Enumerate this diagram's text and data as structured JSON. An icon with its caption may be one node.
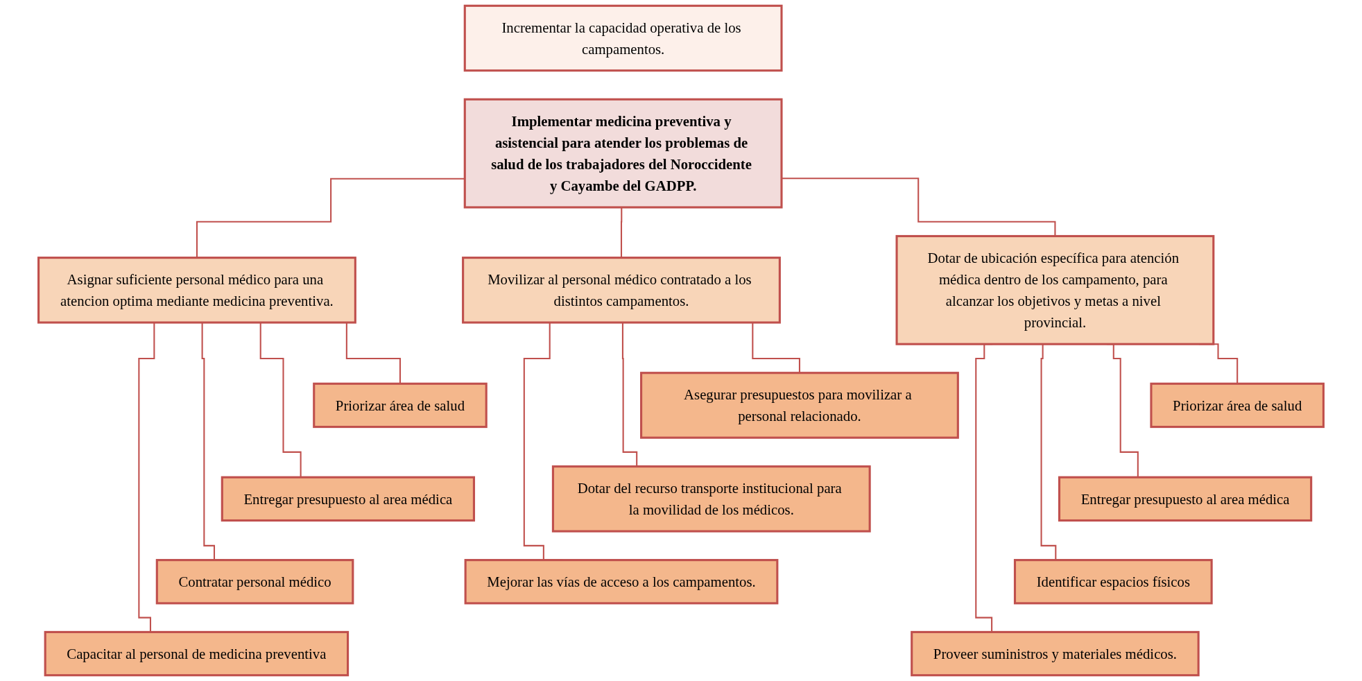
{
  "diagram": {
    "nodes": [
      {
        "text": [
          "Incrementar la capacidad operativa de los campamentos."
        ]
      },
      {
        "text": [
          "Implementar medicina preventiva y asistencial para atender los problemas de salud de los trabajadores del Noroccidente y Cayambe del GADPP."
        ]
      },
      {
        "text": [
          "Asignar suficiente personal médico para una atencion optima mediante medicina preventiva."
        ]
      },
      {
        "text": [
          "Dotar de ubicación específica para atención médica dentro de los campamento, para alcanzar los objetivos y metas a nivel provincial."
        ]
      },
      {
        "text": [
          "Movilizar al personal médico contratado a los distintos campamentos."
        ]
      },
      {
        "text": [
          "Priorizar área de salud"
        ]
      },
      {
        "text": [
          "Entregar presupuesto al area médica"
        ]
      },
      {
        "text": [
          "Contratar personal médico"
        ]
      },
      {
        "text": [
          "Capacitar al personal de medicina preventiva"
        ]
      },
      {
        "text": [
          "Priorizar área de salud"
        ]
      },
      {
        "text": [
          "Entregar presupuesto al area médica"
        ]
      },
      {
        "text": [
          "Identificar espacios físicos"
        ]
      },
      {
        "text": [
          "Proveer suministros y materiales médicos."
        ]
      },
      {
        "text": [
          "Asegurar presupuestos para movilizar a personal relacionado."
        ]
      },
      {
        "text": [
          "Dotar del recurso transporte institucional para la movilidad de los médicos."
        ]
      },
      {
        "text": [
          "Mejorar las vías de acceso a los campamentos."
        ]
      }
    ],
    "edges": [
      {
        "from": 1,
        "to": 2,
        "arrow": "none"
      },
      {
        "from": 1,
        "to": 3,
        "arrow": "none"
      },
      {
        "from": 1,
        "to": 4,
        "arrow": "none"
      },
      {
        "from": 2,
        "to": 5,
        "arrow": "none"
      },
      {
        "from": 2,
        "to": 6,
        "arrow": "none"
      },
      {
        "from": 2,
        "to": 7,
        "arrow": "none"
      },
      {
        "from": 2,
        "to": 8,
        "arrow": "none"
      },
      {
        "from": 3,
        "to": 9,
        "arrow": "none"
      },
      {
        "from": 3,
        "to": 10,
        "arrow": "none"
      },
      {
        "from": 3,
        "to": 11,
        "arrow": "none"
      },
      {
        "from": 3,
        "to": 12,
        "arrow": "none"
      },
      {
        "from": 4,
        "to": 13,
        "arrow": "none"
      },
      {
        "from": 4,
        "to": 14,
        "arrow": "none"
      },
      {
        "from": 4,
        "to": 15,
        "arrow": "none"
      }
    ]
  }
}
